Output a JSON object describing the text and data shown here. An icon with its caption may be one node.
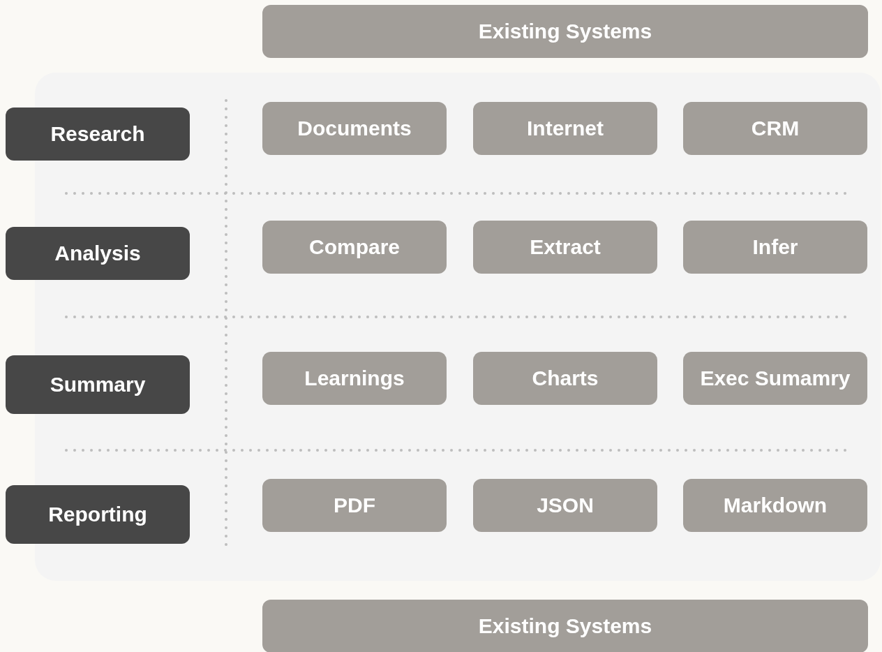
{
  "diagram": {
    "nodes": [
      {
        "text": [
          "Existing Systems"
        ]
      },
      {
        "text": [],
        "shape": "box"
      },
      {
        "text": [
          "Research"
        ]
      },
      {
        "text": [
          "Documents"
        ],
        "in": 1
      },
      {
        "text": [
          "Internet"
        ],
        "in": 1
      },
      {
        "text": [
          "CRM"
        ],
        "in": 1
      },
      {
        "text": [
          "Analysis"
        ]
      },
      {
        "text": [
          "Compare"
        ],
        "in": 1
      },
      {
        "text": [
          "Extract"
        ],
        "in": 1
      },
      {
        "text": [
          "Infer"
        ],
        "in": 1
      },
      {
        "text": [
          "Summary"
        ]
      },
      {
        "text": [
          "Learnings"
        ],
        "in": 1
      },
      {
        "text": [
          "Charts"
        ],
        "in": 1
      },
      {
        "text": [
          "Exec Sumamry"
        ],
        "in": 1
      },
      {
        "text": [
          "Reporting"
        ]
      },
      {
        "text": [
          "PDF"
        ],
        "in": 1
      },
      {
        "text": [
          "JSON"
        ],
        "in": 1
      },
      {
        "text": [
          "Markdown"
        ],
        "in": 1
      },
      {
        "text": [
          "Existing Systems"
        ]
      }
    ]
  }
}
